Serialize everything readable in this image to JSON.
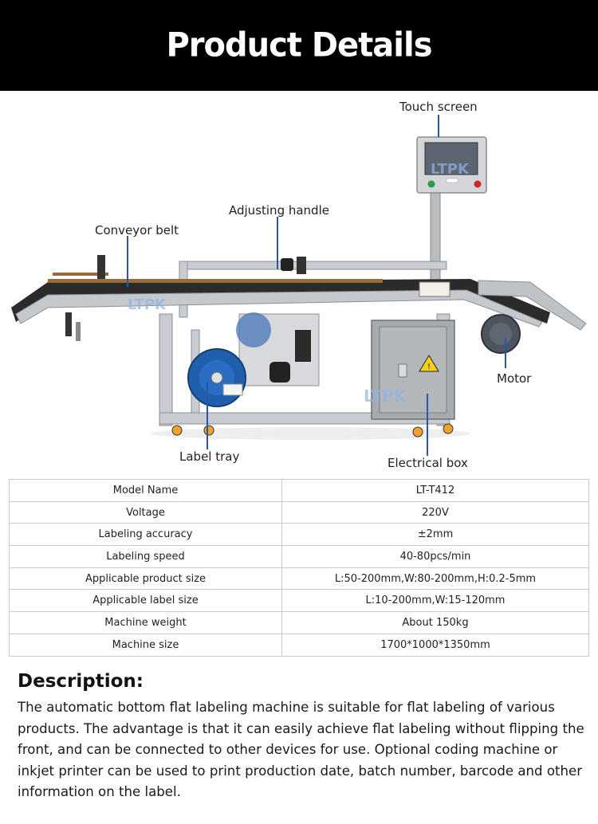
{
  "header": {
    "title": "Product Details"
  },
  "figure": {
    "watermark": "LTPK",
    "callouts": {
      "touch_screen": "Touch screen",
      "adjusting_handle": "Adjusting handle",
      "conveyor_belt": "Conveyor belt",
      "motor": "Motor",
      "label_tray": "Label tray",
      "electrical_box": "Electrical box"
    }
  },
  "specs": [
    {
      "name": "Model Name",
      "value": "LT-T412"
    },
    {
      "name": "Voltage",
      "value": "220V"
    },
    {
      "name": "Labeling accuracy",
      "value": "±2mm"
    },
    {
      "name": "Labeling speed",
      "value": "40-80pcs/min"
    },
    {
      "name": "Applicable product size",
      "value": "L:50-200mm,W:80-200mm,H:0.2-5mm"
    },
    {
      "name": "Applicable label size",
      "value": "L:10-200mm,W:15-120mm"
    },
    {
      "name": "Machine weight",
      "value": "About 150kg"
    },
    {
      "name": "Machine size",
      "value": "1700*1000*1350mm"
    }
  ],
  "description": {
    "title": "Description:",
    "text": "The automatic bottom flat labeling machine is suitable for flat labeling of various products. The advantage is that it can easily achieve flat labeling without flipping the front, and can be connected to other devices for use. Optional coding machine or inkjet printer can be used to print production date, batch number, barcode and other information on the label."
  }
}
